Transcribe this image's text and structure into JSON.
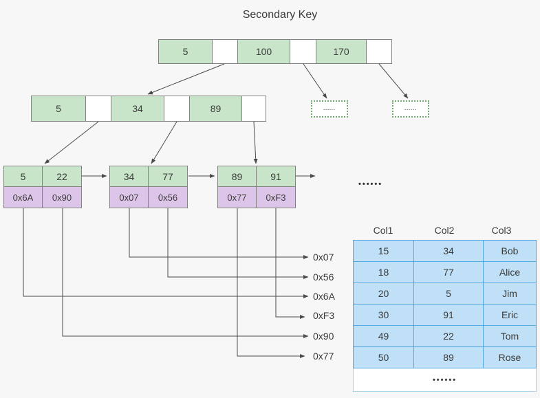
{
  "title": "Secondary Key",
  "colors": {
    "background": "#f7f7f8",
    "key_cell_green": "#c9e5c9",
    "pointer_cell_purple": "#dcc5e8",
    "table_cell_blue": "#bfe0f6",
    "table_border_blue": "#54a7df",
    "dotted_box_green": "#6fae6f",
    "line_gray": "#4a4a4a"
  },
  "tree": {
    "root": {
      "keys": [
        "5",
        "100",
        "170"
      ]
    },
    "level2": {
      "keys": [
        "5",
        "34",
        "89"
      ]
    },
    "leaves": [
      {
        "keys": [
          "5",
          "22"
        ],
        "pointers": [
          "0x6A",
          "0x90"
        ]
      },
      {
        "keys": [
          "34",
          "77"
        ],
        "pointers": [
          "0x07",
          "0x56"
        ]
      },
      {
        "keys": [
          "89",
          "91"
        ],
        "pointers": [
          "0x77",
          "0xF3"
        ]
      }
    ],
    "ellipsis_nodes": [
      "......",
      "......"
    ],
    "leaf_ellipsis": "••••••"
  },
  "addresses": [
    "0x07",
    "0x56",
    "0x6A",
    "0xF3",
    "0x90",
    "0x77"
  ],
  "table": {
    "headers": [
      "Col1",
      "Col2",
      "Col3"
    ],
    "rows": [
      [
        "15",
        "34",
        "Bob"
      ],
      [
        "18",
        "77",
        "Alice"
      ],
      [
        "20",
        "5",
        "Jim"
      ],
      [
        "30",
        "91",
        "Eric"
      ],
      [
        "49",
        "22",
        "Tom"
      ],
      [
        "50",
        "89",
        "Rose"
      ]
    ],
    "ellipsis": "••••••"
  }
}
